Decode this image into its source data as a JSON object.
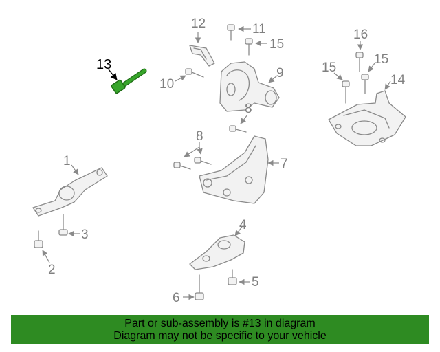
{
  "callouts": {
    "c1": "1",
    "c2": "2",
    "c3": "3",
    "c4": "4",
    "c5": "5",
    "c6": "6",
    "c7": "7",
    "c8a": "8",
    "c8b": "8",
    "c9": "9",
    "c10": "10",
    "c11": "11",
    "c12": "12",
    "c13": "13",
    "c14": "14",
    "c15a": "15",
    "c15b": "15",
    "c15c": "15",
    "c16": "16"
  },
  "highlight": {
    "part": "13",
    "color": "#2e8b22"
  },
  "banner": {
    "line1": "Part or sub-assembly is #13 in diagram",
    "line2": "Diagram may not be specific to your vehicle",
    "color": "#2e8b22"
  }
}
